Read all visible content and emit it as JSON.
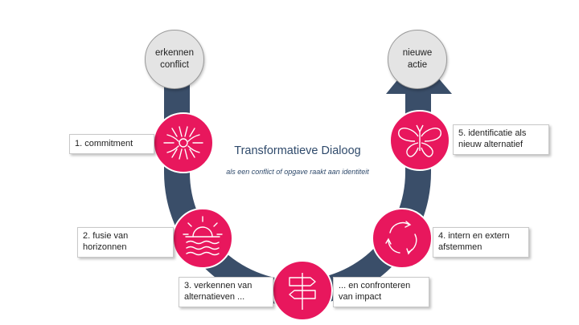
{
  "diagram": {
    "title": "Transformatieve Dialoog",
    "subtitle": "als een conflict of opgave raakt aan identiteit",
    "start": {
      "line1": "erkennen",
      "line2": "conflict"
    },
    "end": {
      "line1": "nieuwe",
      "line2": "actie"
    },
    "steps": [
      {
        "line1": "1. commitment",
        "line2": "",
        "icon": "hands-together-icon"
      },
      {
        "line1": "2. fusie van",
        "line2": "horizonnen",
        "icon": "sunset-waves-icon"
      },
      {
        "line1": "3. verkennen van",
        "line2": "alternatieven ...",
        "icon": "signpost-icon"
      },
      {
        "line1": "... en confronteren",
        "line2": "van impact",
        "icon": "signpost-icon"
      },
      {
        "line1": "4. intern en extern",
        "line2": "afstemmen",
        "icon": "cycle-arrows-icon"
      },
      {
        "line1": "5. identificatie als",
        "line2": "nieuw alternatief",
        "icon": "butterfly-icon"
      }
    ],
    "colors": {
      "arc": "#3a4e69",
      "step_circle": "#e8175d",
      "step_ring": "#ffffff",
      "title": "#2f4a6b",
      "start_end_circle": "#e4e4e4"
    }
  }
}
